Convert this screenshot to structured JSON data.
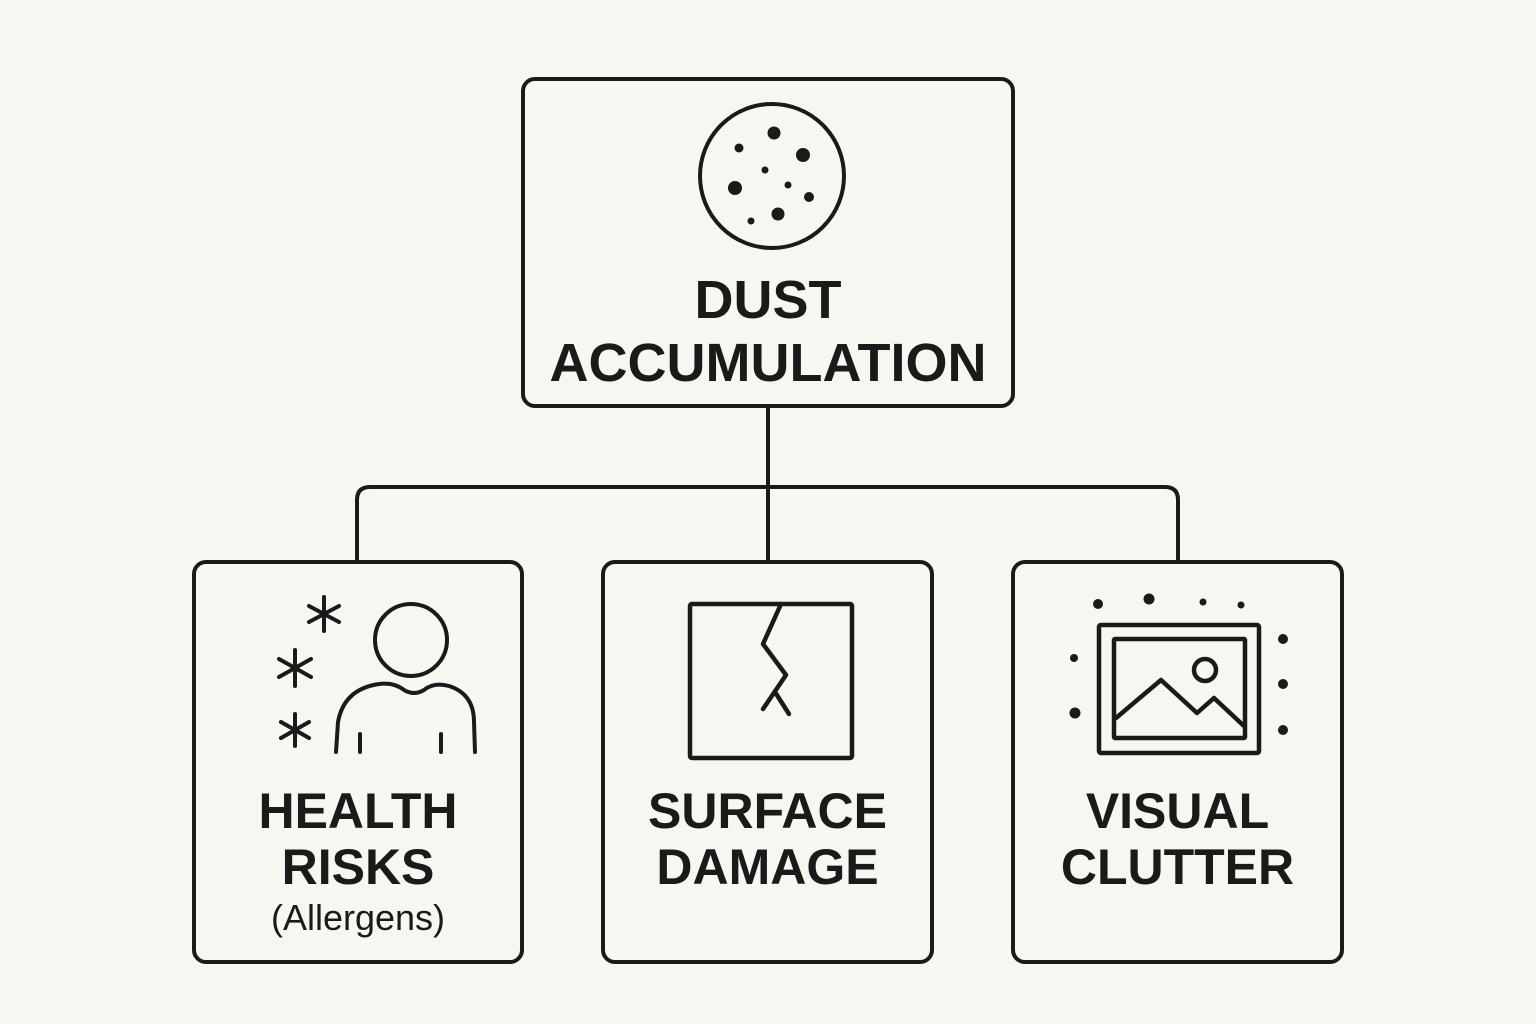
{
  "diagram": {
    "type": "hierarchy",
    "root": {
      "title_lines": [
        "DUST",
        "ACCUMULATION"
      ],
      "icon": "dust-particles-circle-icon"
    },
    "children": [
      {
        "title_lines": [
          "HEALTH",
          "RISKS"
        ],
        "subtitle": "(Allergens)",
        "icon": "person-with-allergens-icon"
      },
      {
        "title_lines": [
          "SURFACE",
          "DAMAGE"
        ],
        "icon": "cracked-surface-icon"
      },
      {
        "title_lines": [
          "VISUAL",
          "CLUTTER"
        ],
        "icon": "dusty-picture-frame-icon"
      }
    ]
  },
  "colors": {
    "background": "#f8f6f1",
    "stroke": "#1a1a1a"
  }
}
